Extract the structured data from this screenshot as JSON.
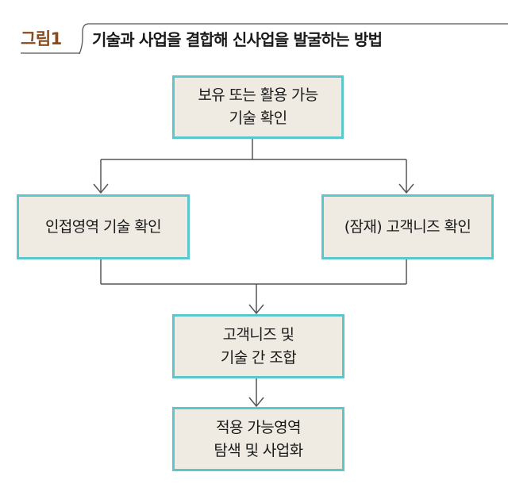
{
  "header": {
    "label": "그림1",
    "title": "기술과 사업을 결합해 신사업을 발굴하는 방법"
  },
  "nodes": {
    "step1": {
      "line1": "보유 또는 활용 가능",
      "line2": "기술 확인"
    },
    "step2a": {
      "text": "인접영역 기술 확인"
    },
    "step2b": {
      "text": "(잠재) 고객니즈 확인"
    },
    "step3": {
      "line1": "고객니즈 및",
      "line2": "기술 간 조합"
    },
    "step4": {
      "line1": "적용 가능영역",
      "line2": "탐색 및 사업화"
    }
  },
  "colors": {
    "box_fill": "#efebe3",
    "box_border": "#5cc6cf",
    "label_brown": "#8a4a1e",
    "connector": "#555555"
  }
}
